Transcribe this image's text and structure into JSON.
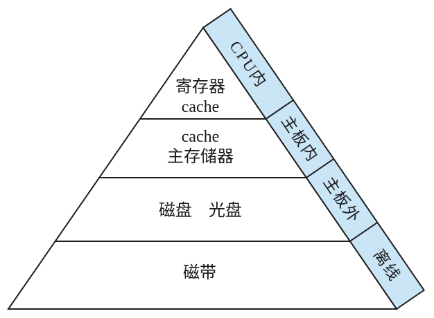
{
  "colors": {
    "background": "#FFFFFF",
    "band_fill": "#CAE5F6",
    "line": "#1F1F1F",
    "text": "#1A1A1A"
  },
  "pyramid": {
    "levels": [
      {
        "id": "registers-cache",
        "lines": [
          "寄存器",
          "cache"
        ]
      },
      {
        "id": "cache-main-memory",
        "lines": [
          "cache",
          "主存储器"
        ]
      },
      {
        "id": "disk-optical",
        "lines": [
          "磁盘　光盘"
        ]
      },
      {
        "id": "tape",
        "lines": [
          "磁带"
        ]
      }
    ]
  },
  "band": {
    "segments": [
      {
        "id": "inside-cpu",
        "label": "CPU内"
      },
      {
        "id": "on-motherboard",
        "label": "主板内"
      },
      {
        "id": "off-motherboard",
        "label": "主板外"
      },
      {
        "id": "offline",
        "label": "离线"
      }
    ]
  }
}
